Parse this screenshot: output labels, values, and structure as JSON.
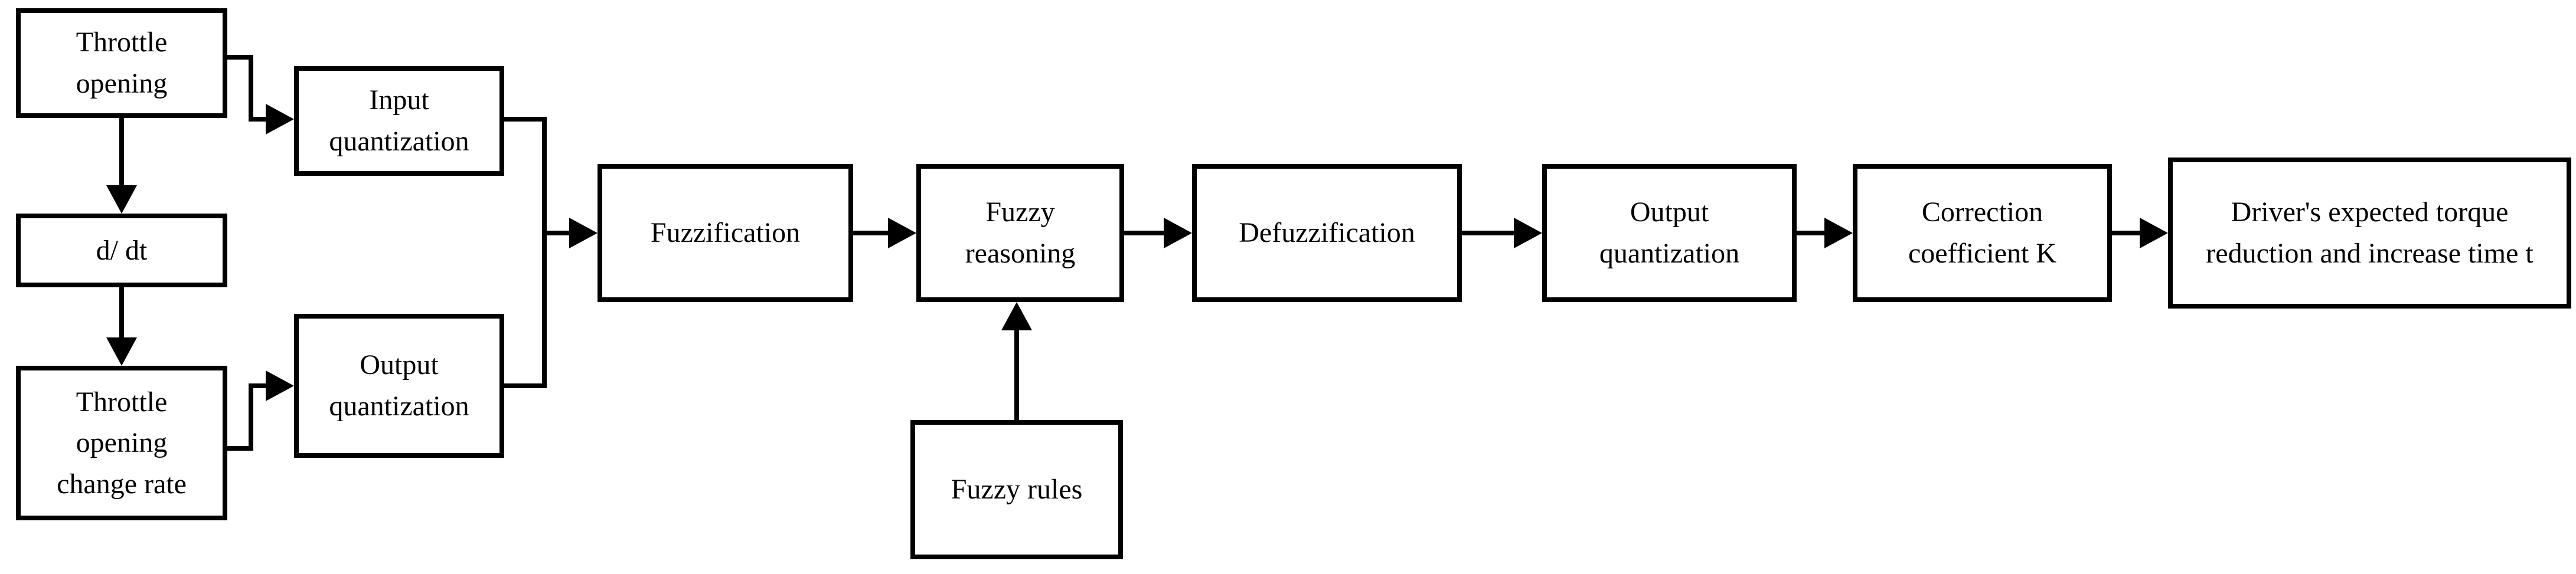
{
  "diagram": {
    "type": "flowchart",
    "boxes": {
      "throttle_opening": "Throttle opening",
      "d_dt": "d/ dt",
      "throttle_change_rate": "Throttle opening change rate",
      "input_quantization": "Input quantization",
      "output_quantization_input_side": "Output quantization",
      "fuzzification": "Fuzzification",
      "fuzzy_reasoning": "Fuzzy reasoning",
      "defuzzification": "Defuzzification",
      "output_quantization": "Output quantization",
      "correction_coefficient": "Correction coefficient K",
      "driver_output": "Driver's expected torque reduction and increase time t",
      "fuzzy_rules": "Fuzzy rules"
    },
    "flow": [
      "Throttle opening -> d/ dt -> Throttle opening change rate",
      "Throttle opening -> Input quantization",
      "Throttle opening change rate -> Output quantization",
      "Input quantization + Output quantization -> Fuzzification -> Fuzzy reasoning -> Defuzzification -> Output quantization -> Correction coefficient K -> Driver's expected torque reduction and increase time t",
      "Fuzzy rules -> Fuzzy reasoning"
    ]
  },
  "colors": {
    "line": "#000000",
    "box_border": "#000000",
    "box_fill": "#ffffff",
    "background": "#ffffff"
  }
}
